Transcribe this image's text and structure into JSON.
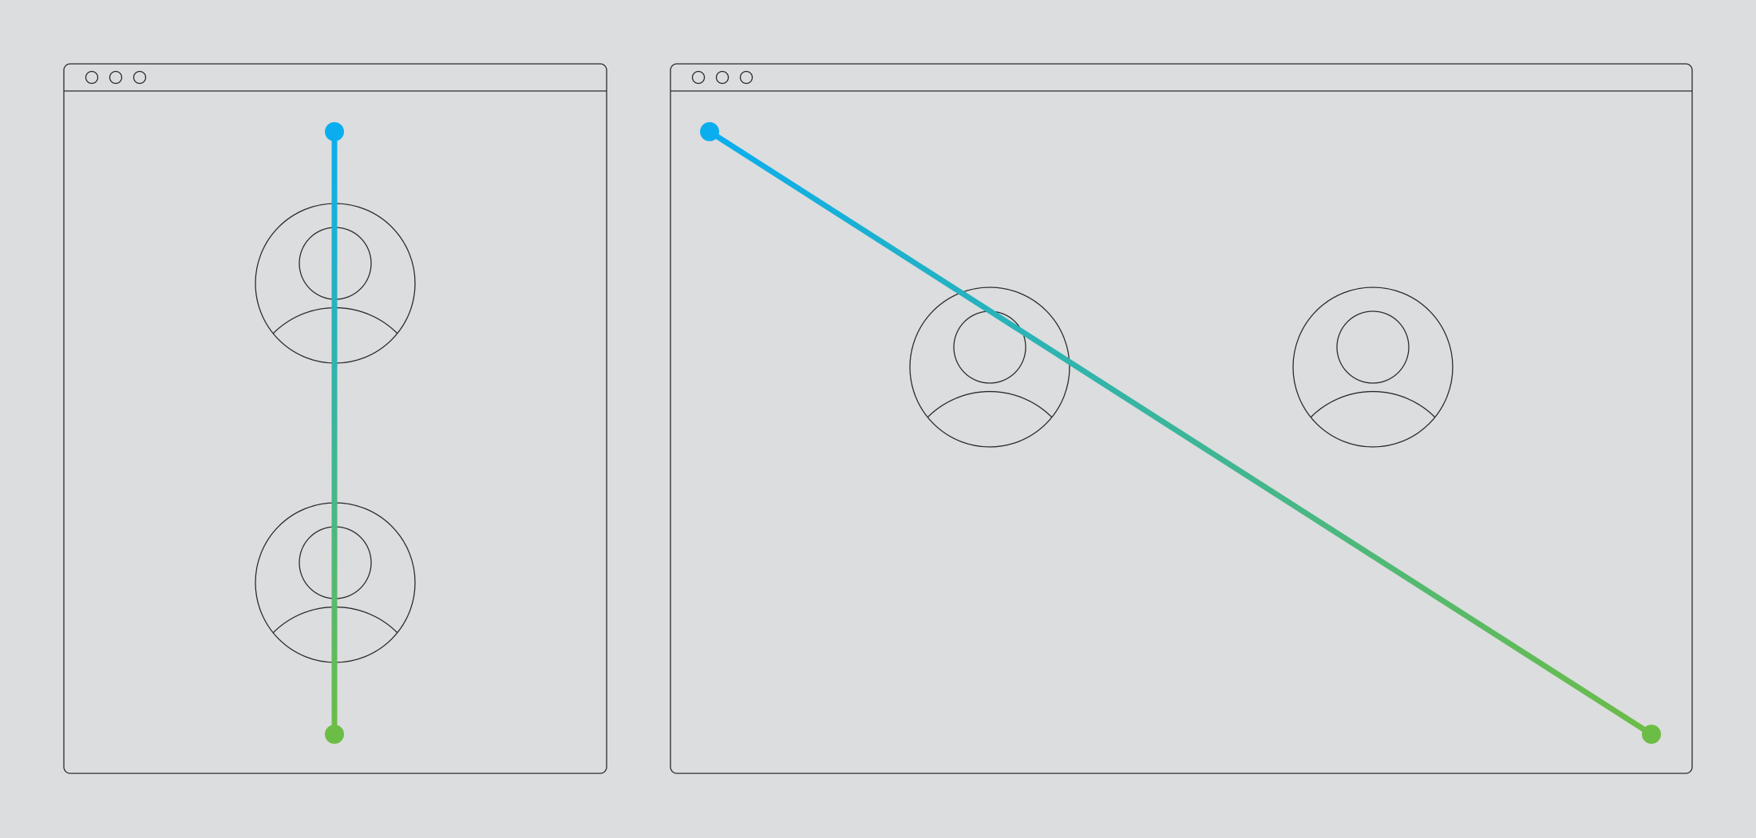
{
  "canvas": {
    "background": "#DCDDDE",
    "stroke": "#2B2B2B"
  },
  "diagram": {
    "gradient": {
      "start_color": "#0AAEEF",
      "end_color": "#6CBD45"
    },
    "windows": [
      {
        "id": "narrow",
        "controls": [
          "circle-icon",
          "circle-icon",
          "circle-icon"
        ],
        "avatars": [
          "user-avatar-icon",
          "user-avatar-icon"
        ],
        "connector": {
          "start": "blue-dot",
          "end": "green-dot",
          "direction": "vertical"
        }
      },
      {
        "id": "wide",
        "controls": [
          "circle-icon",
          "circle-icon",
          "circle-icon"
        ],
        "avatars": [
          "user-avatar-icon",
          "user-avatar-icon"
        ],
        "connector": {
          "start": "blue-dot",
          "end": "green-dot",
          "direction": "diagonal"
        }
      }
    ]
  }
}
